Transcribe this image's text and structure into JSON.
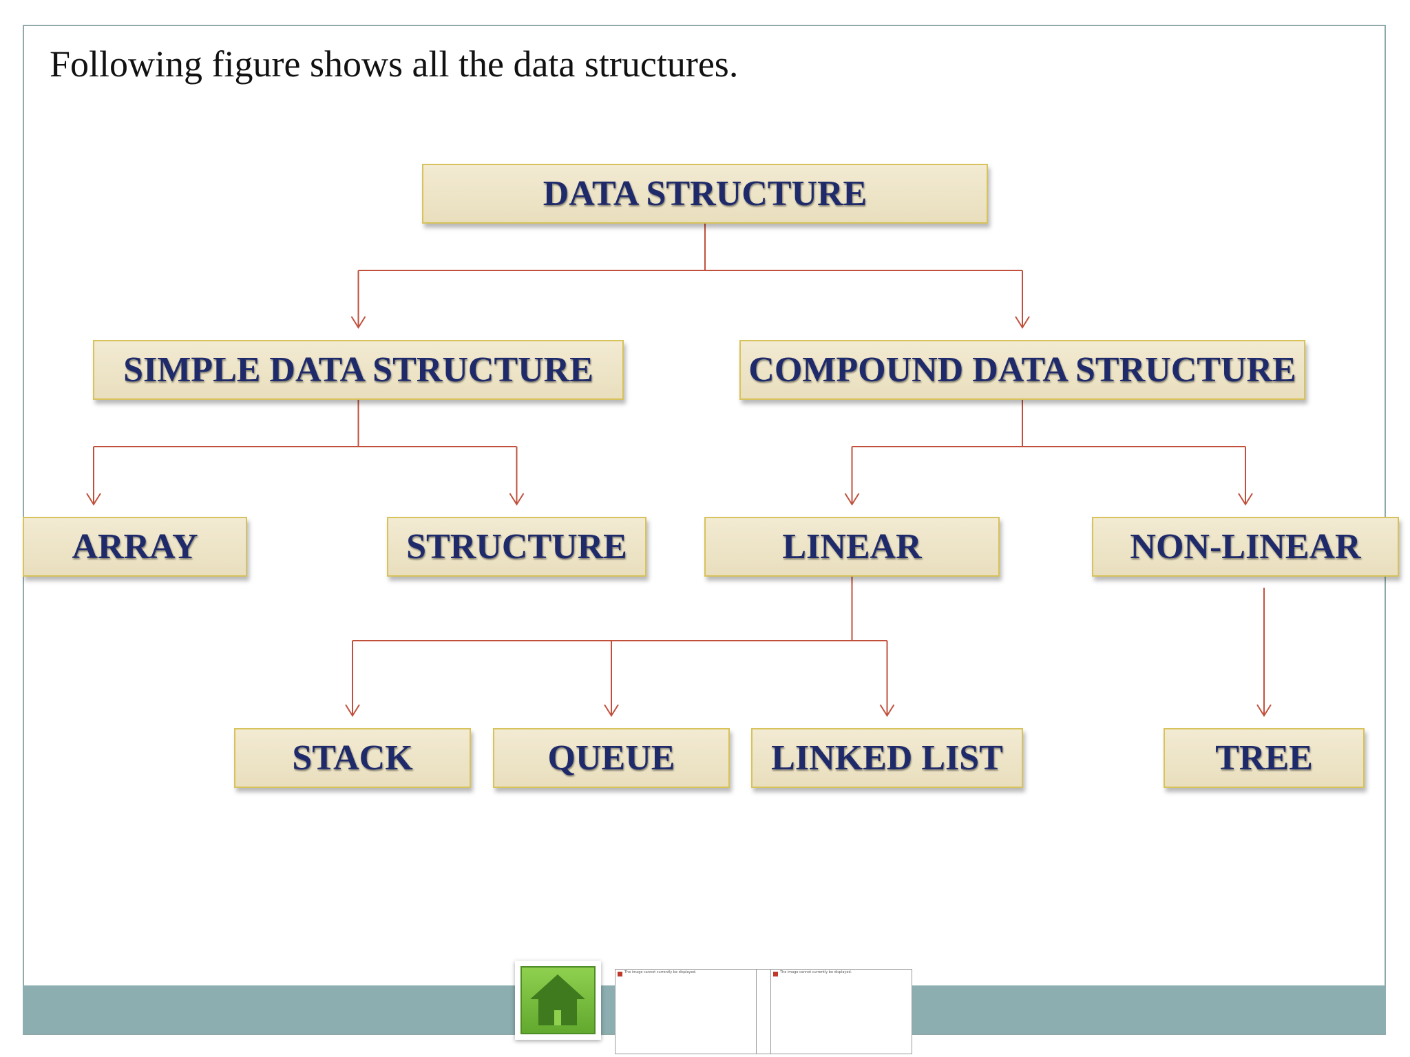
{
  "slide": {
    "intro_text": "Following figure shows all the data structures."
  },
  "diagram": {
    "nodes": {
      "root": "DATA STRUCTURE",
      "simple": "SIMPLE DATA  STRUCTURE",
      "compound": "COMPOUND DATA  STRUCTURE",
      "array": "ARRAY",
      "structure": "STRUCTURE",
      "linear": "LINEAR",
      "nonlinear": "NON-LINEAR",
      "stack": "STACK",
      "queue": "QUEUE",
      "linked_list": "LINKED LIST",
      "tree": "TREE"
    },
    "edges": [
      [
        "root",
        "simple"
      ],
      [
        "root",
        "compound"
      ],
      [
        "simple",
        "array"
      ],
      [
        "simple",
        "structure"
      ],
      [
        "compound",
        "linear"
      ],
      [
        "compound",
        "nonlinear"
      ],
      [
        "linear",
        "stack"
      ],
      [
        "linear",
        "queue"
      ],
      [
        "linear",
        "linked_list"
      ],
      [
        "nonlinear",
        "tree"
      ]
    ],
    "connector_color": "#c0503c",
    "node_text_color": "#1f2a6b",
    "node_fill": "#efe6c8",
    "node_border": "#d8c25a"
  },
  "footer": {
    "band_color": "#8caeb0",
    "home_icon": "home-icon",
    "image_placeholder_1": "The image cannot currently be displayed.",
    "image_placeholder_2": "The image cannot currently be displayed."
  }
}
